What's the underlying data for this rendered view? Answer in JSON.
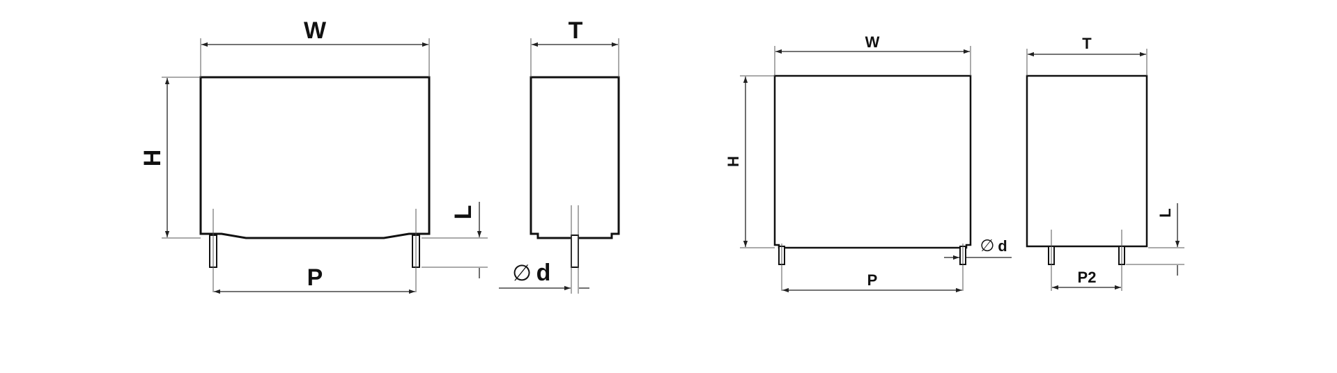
{
  "diagram_a": {
    "front_view": {
      "width_label": "W",
      "height_label": "H",
      "pitch_label": "P"
    },
    "side_view": {
      "thickness_label": "T",
      "lead_length_label": "L",
      "diameter_symbol": "∅",
      "diameter_label": "d"
    }
  },
  "diagram_b": {
    "front_view": {
      "width_label": "W",
      "height_label": "H",
      "pitch_label": "P",
      "diameter_symbol": "∅",
      "diameter_label": "d"
    },
    "side_view": {
      "thickness_label": "T",
      "lead_length_label": "L",
      "pitch2_label": "P2"
    }
  },
  "colors": {
    "line": "#111111",
    "background": "#ffffff"
  }
}
